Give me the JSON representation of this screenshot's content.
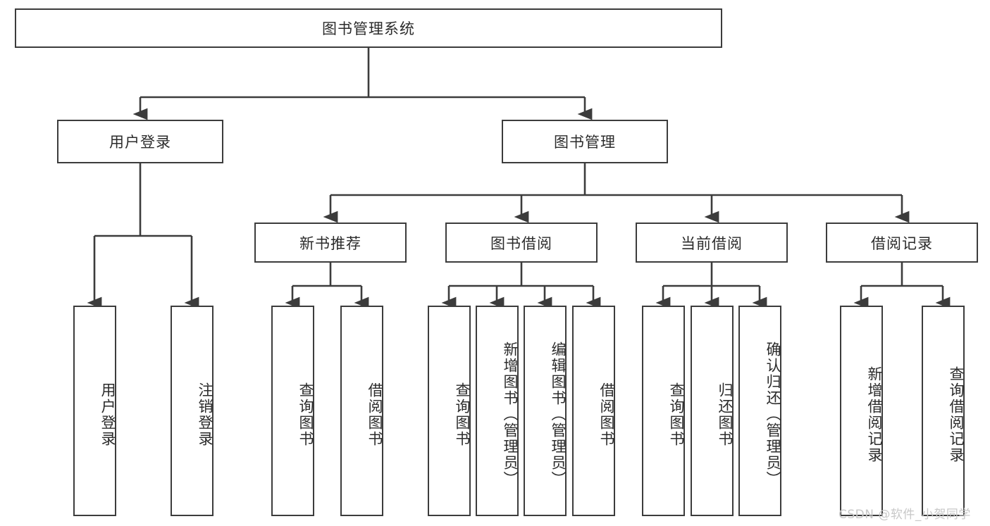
{
  "diagram": {
    "title_node": {
      "label": "图书管理系统"
    },
    "level2": [
      {
        "id": "user-login",
        "label": "用户登录"
      },
      {
        "id": "book-management",
        "label": "图书管理"
      }
    ],
    "level3": [
      {
        "id": "new-book-recommend",
        "label": "新书推荐"
      },
      {
        "id": "book-borrow",
        "label": "图书借阅"
      },
      {
        "id": "current-borrow",
        "label": "当前借阅"
      },
      {
        "id": "borrow-record",
        "label": "借阅记录"
      }
    ],
    "leaves": {
      "user_login": [
        {
          "id": "leaf-user-login",
          "label": "用户登录"
        },
        {
          "id": "leaf-logout-login",
          "label": "注销登录"
        }
      ],
      "new_book_recommend": [
        {
          "id": "leaf-query-book-1",
          "label": "查询图书"
        },
        {
          "id": "leaf-borrow-book-1",
          "label": "借阅图书"
        }
      ],
      "book_borrow": [
        {
          "id": "leaf-query-book-2",
          "label": "查询图书"
        },
        {
          "id": "leaf-add-book",
          "label": "新增图书（管理员）"
        },
        {
          "id": "leaf-edit-book",
          "label": "编辑图书（管理员）"
        },
        {
          "id": "leaf-borrow-book-2",
          "label": "借阅图书"
        }
      ],
      "current_borrow": [
        {
          "id": "leaf-query-book-3",
          "label": "查询图书"
        },
        {
          "id": "leaf-return-book",
          "label": "归还图书"
        },
        {
          "id": "leaf-confirm-return",
          "label": "确认归还（管理员）"
        }
      ],
      "borrow_record": [
        {
          "id": "leaf-add-record",
          "label": "新增借阅记录"
        },
        {
          "id": "leaf-query-record",
          "label": "查询借阅记录"
        }
      ]
    },
    "watermark": "CSDN @软件_小贺同学",
    "colors": {
      "stroke": "#3c3c3c",
      "background": "#ffffff",
      "text": "#2b2b2b",
      "watermark": "#c8c8c8"
    }
  }
}
